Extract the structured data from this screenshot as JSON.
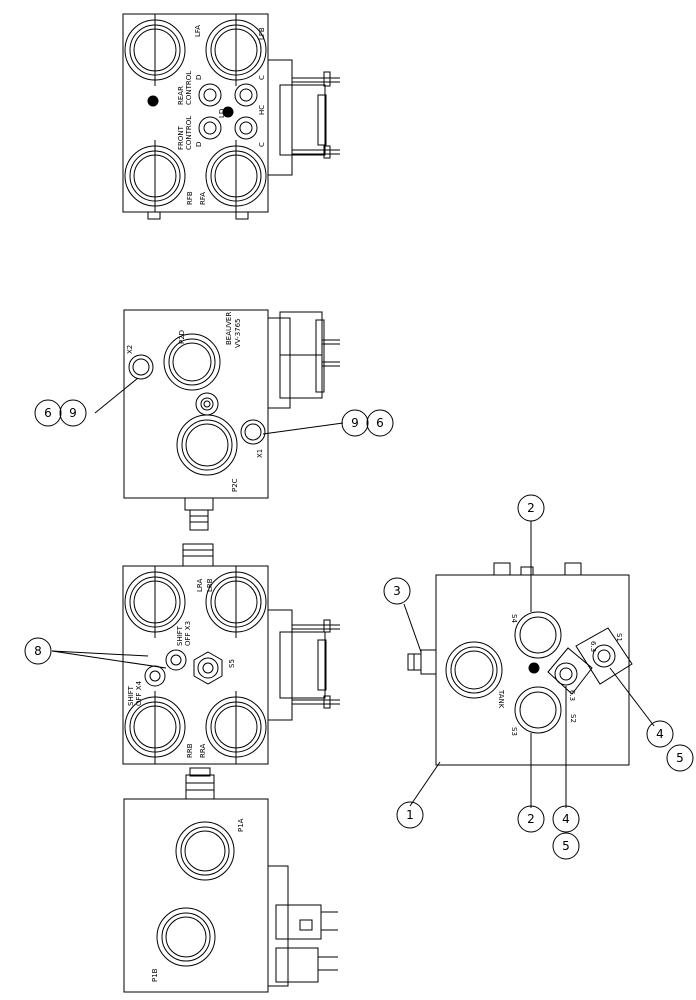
{
  "block_a": {
    "ports": [
      "LFA",
      "LFB",
      "RFB",
      "RFA"
    ],
    "rear_control": [
      "REAR",
      "CONTROL"
    ],
    "front_control": [
      "FRONT",
      "CONTROL"
    ],
    "valve_marks": [
      "D",
      "C",
      "LD",
      "HC",
      "D",
      "C"
    ]
  },
  "block_b": {
    "ports": [
      "P2D",
      "P2C"
    ],
    "brand": "BEAUVER",
    "model": "VV-3765",
    "aux": [
      "X2",
      "X1"
    ]
  },
  "block_c": {
    "ports": [
      "LRA",
      "LRB",
      "RRB",
      "RRA"
    ],
    "shift_a": [
      "SHIFT",
      "OFF X3"
    ],
    "shift_b": [
      "SHIFT",
      "OFF X4"
    ],
    "s5": "S5"
  },
  "block_d": {
    "ports": [
      "P1A",
      "P1B"
    ]
  },
  "block_e": {
    "ports": [
      "TANK",
      "S4",
      "S3",
      "S2",
      "S1"
    ],
    "mini": [
      "6.3",
      "6.3"
    ]
  },
  "callouts": [
    "1",
    "2",
    "2",
    "3",
    "4",
    "4",
    "5",
    "5",
    "6",
    "9",
    "9",
    "6",
    "8"
  ]
}
